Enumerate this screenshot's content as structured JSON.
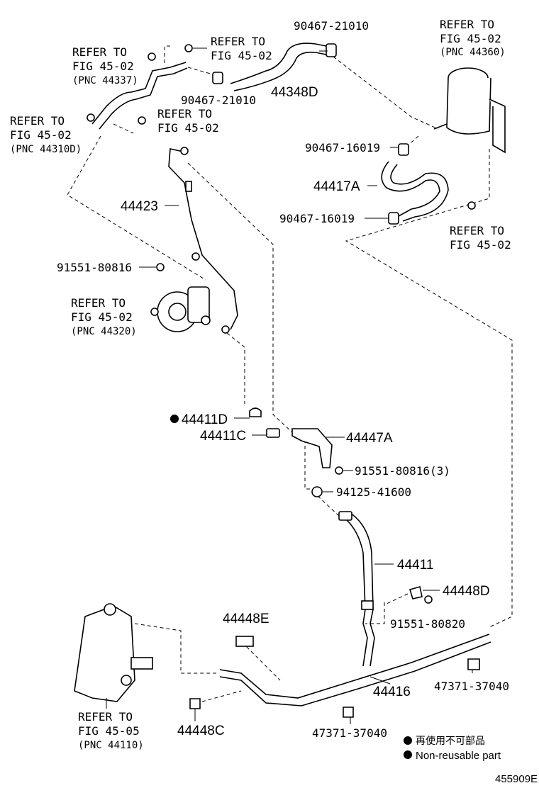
{
  "labels": {
    "refer_44337": [
      "REFER TO",
      "FIG 45-02",
      "(PNC 44337)"
    ],
    "refer_bolt_top": [
      "REFER TO",
      "FIG 45-02"
    ],
    "refer_44310D": [
      "REFER TO",
      "FIG 45-02",
      "(PNC 44310D)"
    ],
    "refer_bolt_mid": [
      "REFER TO",
      "FIG 45-02"
    ],
    "refer_44360": [
      "REFER TO",
      "FIG 45-02",
      "(PNC 44360)"
    ],
    "refer_tank_bolt": [
      "REFER TO",
      "FIG 45-02"
    ],
    "refer_44320": [
      "REFER TO",
      "FIG 45-02",
      "(PNC 44320)"
    ],
    "refer_44110": [
      "REFER TO",
      "FIG 45-05",
      "(PNC 44110)"
    ],
    "clamp_top_right": "90467-21010",
    "clamp_top_mid": "90467-21010",
    "hose_44348D": "44348D",
    "clamp_upper": "90467-16019",
    "hose_44417A": "44417A",
    "clamp_lower": "90467-16019",
    "tube_44423": "44423",
    "bolt_91551_80816": "91551-80816",
    "part_44411D": "44411D",
    "part_44411C": "44411C",
    "bracket_44447A": "44447A",
    "bolt_91551_80816_3": "91551-80816(3)",
    "nut_94125": "94125-41600",
    "hose_44411": "44411",
    "clamp_44448D": "44448D",
    "bolt_91551_80820": "91551-80820",
    "clamp_44448E": "44448E",
    "clamp_47371_right": "47371-37040",
    "tube_44416": "44416",
    "clamp_44448C": "44448C",
    "clamp_47371_bottom": "47371-37040"
  },
  "legend": {
    "japanese": "再使用不可部品",
    "english": "Non-reusable part"
  },
  "figure_id": "455909E"
}
